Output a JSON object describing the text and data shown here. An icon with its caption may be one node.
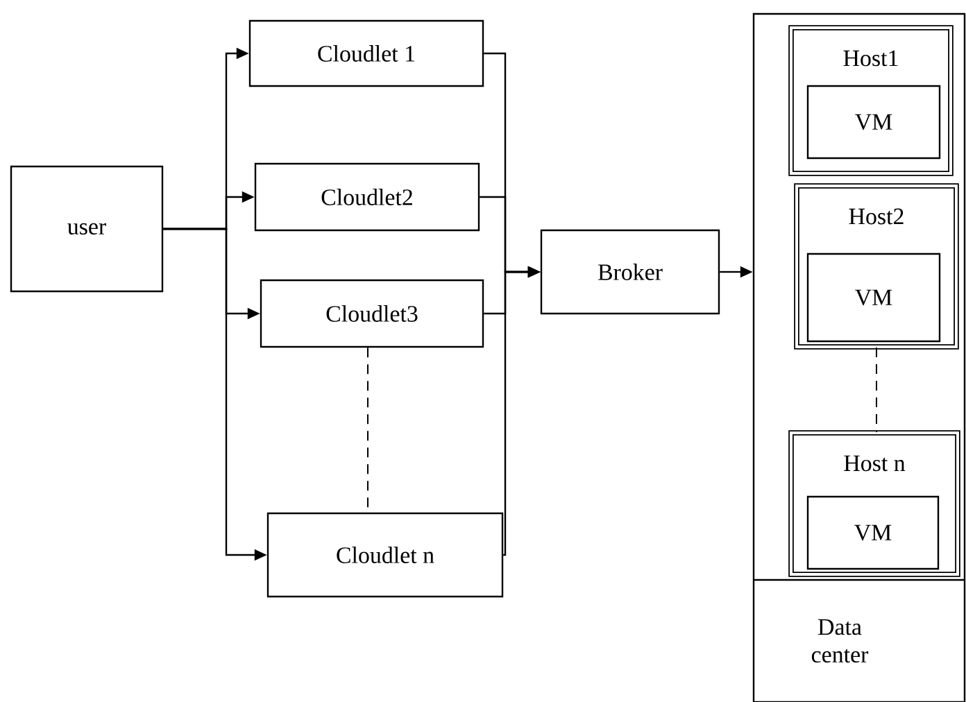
{
  "diagram": {
    "nodes": [
      {
        "text": [
          "user"
        ]
      },
      {
        "text": [
          "Cloudlet 1"
        ]
      },
      {
        "text": [
          "Cloudlet2"
        ]
      },
      {
        "text": [
          "Cloudlet3"
        ]
      },
      {
        "text": [
          "Cloudlet n"
        ]
      },
      {
        "text": [
          "Broker"
        ]
      },
      {
        "text": [
          "Data center"
        ]
      },
      {
        "text": [
          "Host1"
        ],
        "in": 6
      },
      {
        "text": [
          "VM"
        ],
        "in": 7
      },
      {
        "text": [
          "Host2"
        ],
        "in": 6
      },
      {
        "text": [
          "VM"
        ],
        "in": 9
      },
      {
        "text": [
          "Host n"
        ],
        "in": 6
      },
      {
        "text": [
          "VM"
        ],
        "in": 11
      }
    ],
    "edges": [
      {
        "from": 0,
        "to": 1,
        "arrow": "to"
      },
      {
        "from": 0,
        "to": 2,
        "arrow": "to"
      },
      {
        "from": 0,
        "to": 3,
        "arrow": "to"
      },
      {
        "from": 0,
        "to": 4,
        "arrow": "to"
      },
      {
        "from": 1,
        "to": 5,
        "arrow": "to"
      },
      {
        "from": 2,
        "to": 5,
        "arrow": "to"
      },
      {
        "from": 3,
        "to": 5,
        "arrow": "to"
      },
      {
        "from": 4,
        "to": 5,
        "arrow": "to"
      },
      {
        "from": 5,
        "to": 6,
        "arrow": "to"
      },
      {
        "from": 3,
        "to": 4,
        "arrow": "none",
        "style": "dashed"
      },
      {
        "from": 9,
        "to": 11,
        "arrow": "none",
        "style": "dashed"
      }
    ]
  }
}
